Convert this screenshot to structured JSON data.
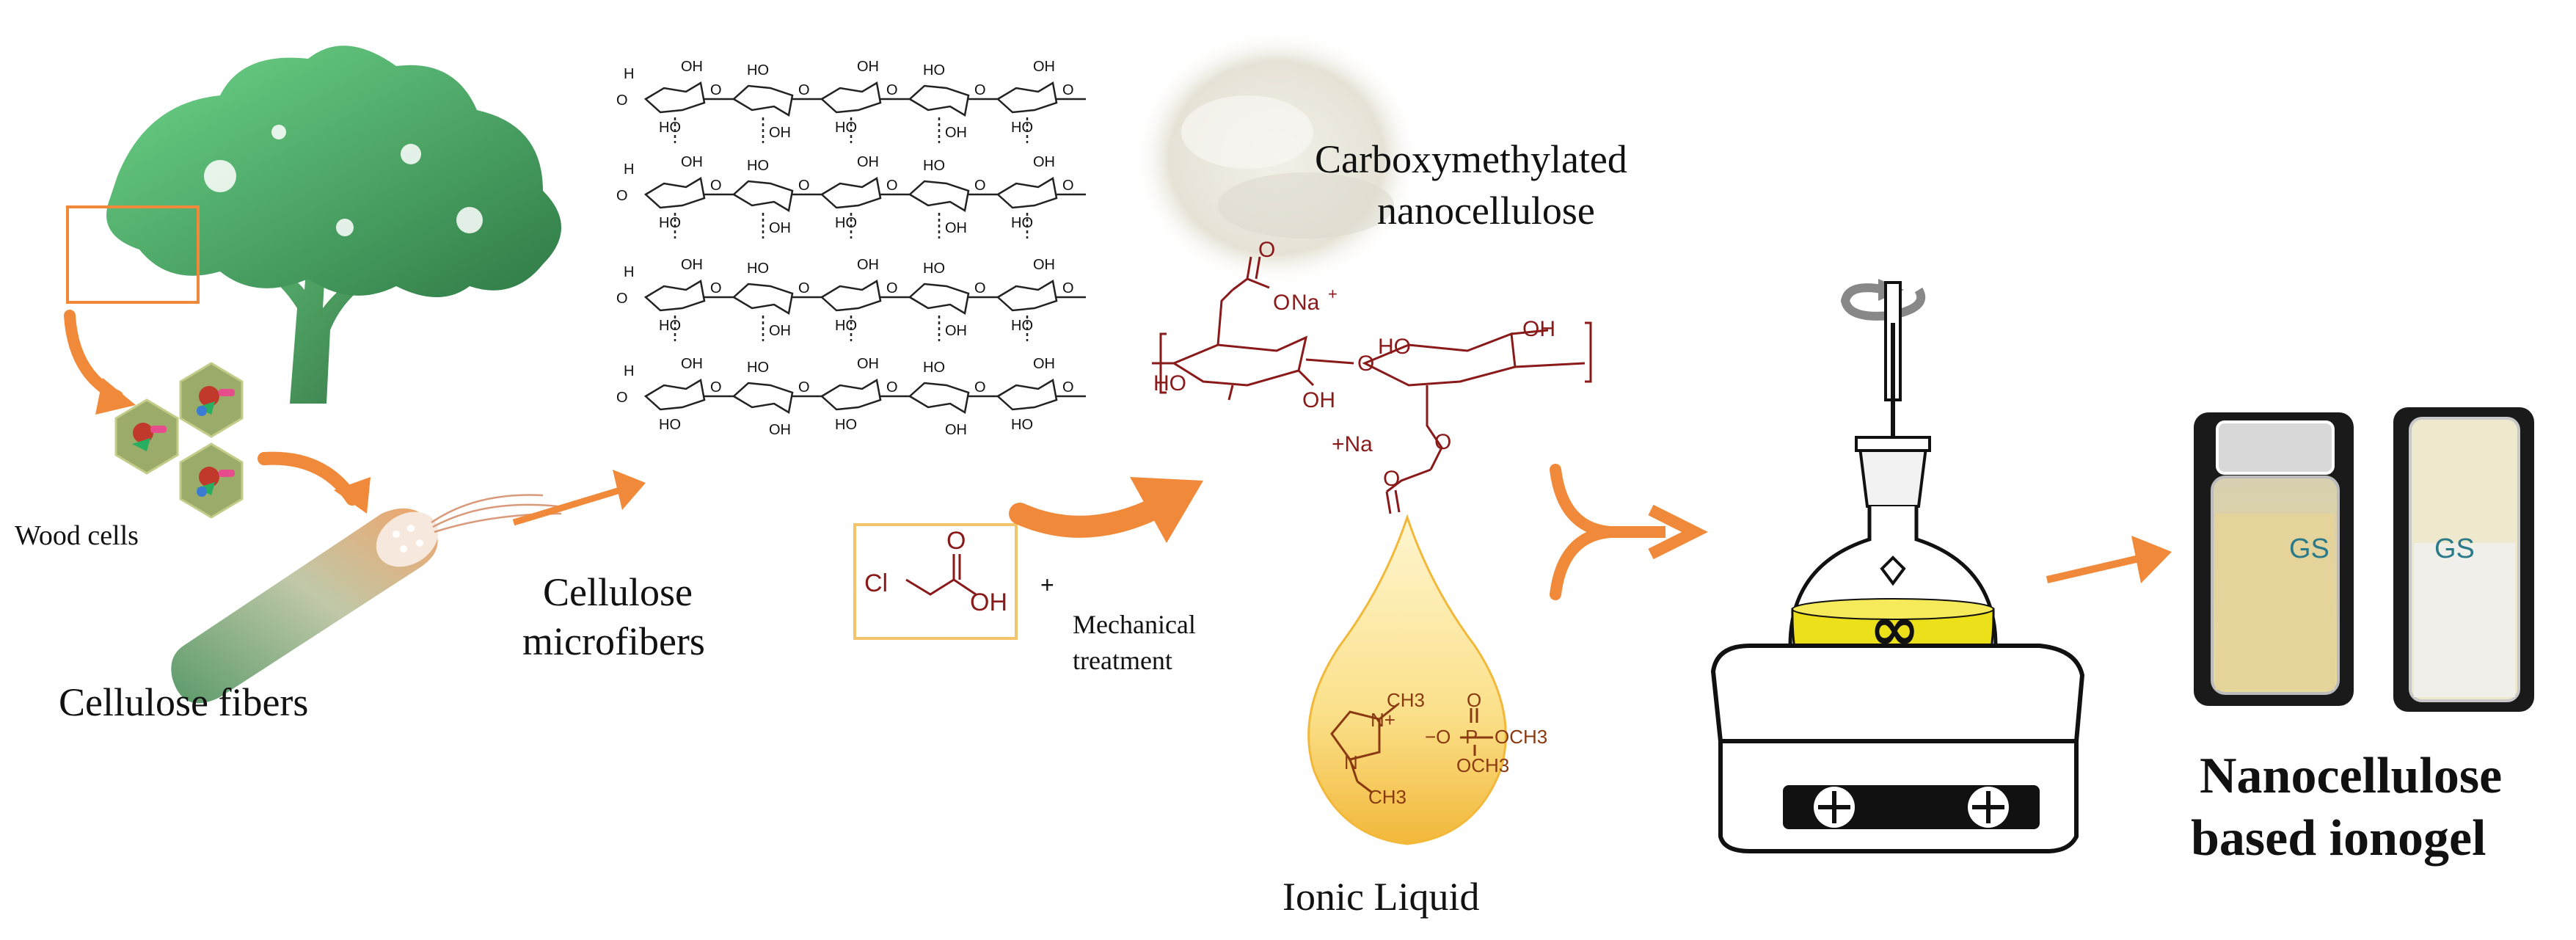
{
  "labels": {
    "wood_cells": "Wood cells",
    "cellulose_fibers": "Cellulose  fibers",
    "cellulose_microfibers_line1": "Cellulose",
    "cellulose_microfibers_line2": "microfibers",
    "carboxymethylated_line1": "Carboxymethylated",
    "carboxymethylated_line2": "nanocellulose",
    "mechanical_line1": "Mechanical",
    "mechanical_line2": "treatment",
    "ionic_liquid": "Ionic Liquid",
    "ionogel_line1": "Nanocellulose",
    "ionogel_line2": "based ionogel",
    "plus": "+"
  },
  "chloroacetic_acid": {
    "cl": "Cl",
    "o": "O",
    "oh": "OH"
  },
  "carboxymethyl_cellulose": {
    "na_top": "Na",
    "na_top_charge": "+",
    "o_top1": "O",
    "o_top2": "O",
    "ho_left": "HO",
    "oh_mid": "OH",
    "o_link": "O",
    "ho_right": "HO",
    "oh_right": "OH",
    "na_bottom": "+Na",
    "o_bottom1": "O",
    "o_bottom2": "O"
  },
  "ionic_liquid_structure": {
    "ch3_top": "CH3",
    "n_plus": "N+",
    "n": "N",
    "ch3_bottom": "CH3",
    "phosphate_o_minus": "−O",
    "p": "P",
    "o_double": "O",
    "och3_right": "OCH3",
    "och3_bottom": "OCH3"
  },
  "cellulose_network": {
    "ho": "HO",
    "oh": "OH",
    "o": "O",
    "h": "H"
  },
  "vial_marks": {
    "left_vial": "GS",
    "right_vial": "GS"
  },
  "colors": {
    "tree": "#4fae6a",
    "arrow": "#f08a3a",
    "dark_red": "#8a1a1a",
    "yellow": "#ece01a",
    "drop": "#f4c23a",
    "box_orange": "#f4c46a"
  }
}
